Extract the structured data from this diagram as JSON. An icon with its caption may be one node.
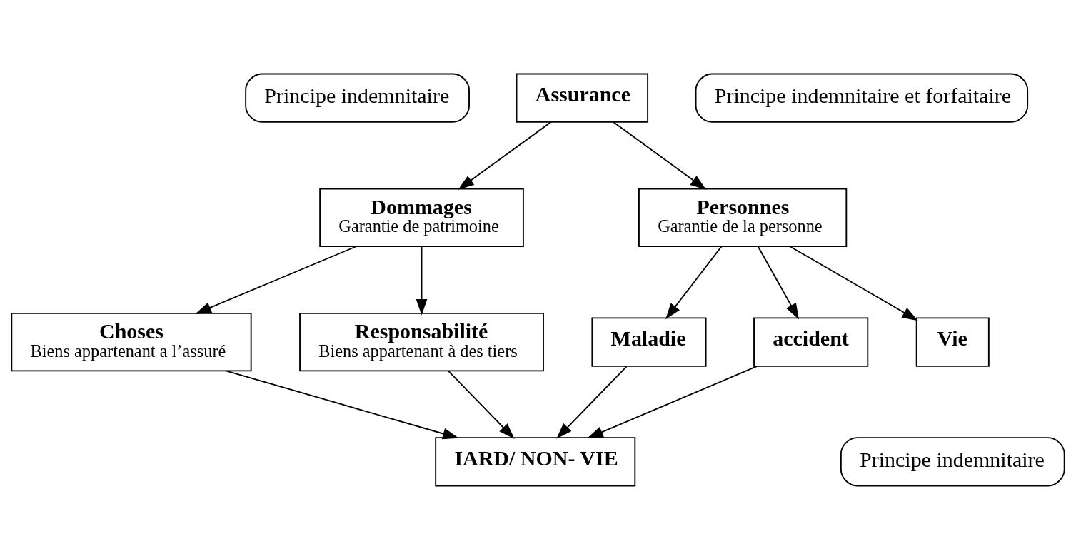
{
  "diagram": {
    "nodes": [
      {
        "text": [
          "Principe indemnitaire"
        ]
      },
      {
        "text": [
          "Assurance"
        ]
      },
      {
        "text": [
          "Principe indemnitaire et forfaitaire"
        ]
      },
      {
        "text": [
          "Dommages",
          "Garantie de patrimoine"
        ]
      },
      {
        "text": [
          "Personnes",
          "Garantie de la personne"
        ]
      },
      {
        "text": [
          "Choses",
          "Biens appartenant a l’assuré"
        ]
      },
      {
        "text": [
          "Responsabilité",
          "Biens appartenant à des tiers"
        ]
      },
      {
        "text": [
          "Maladie"
        ]
      },
      {
        "text": [
          "accident"
        ]
      },
      {
        "text": [
          "Vie"
        ]
      },
      {
        "text": [
          "Principe indemnitaire"
        ]
      },
      {
        "text": [
          "IARD/ NON- VIE"
        ]
      }
    ],
    "edges": [
      {
        "from": 1,
        "to": 3,
        "arrow": "to"
      },
      {
        "from": 1,
        "to": 4,
        "arrow": "to"
      },
      {
        "from": 3,
        "to": 5,
        "arrow": "to"
      },
      {
        "from": 3,
        "to": 6,
        "arrow": "to"
      },
      {
        "from": 4,
        "to": 7,
        "arrow": "to"
      },
      {
        "from": 4,
        "to": 8,
        "arrow": "to"
      },
      {
        "from": 4,
        "to": 9,
        "arrow": "to"
      },
      {
        "from": 5,
        "to": 11,
        "arrow": "to"
      },
      {
        "from": 6,
        "to": 11,
        "arrow": "to"
      },
      {
        "from": 7,
        "to": 11,
        "arrow": "to"
      },
      {
        "from": 8,
        "to": 11,
        "arrow": "to"
      }
    ]
  }
}
